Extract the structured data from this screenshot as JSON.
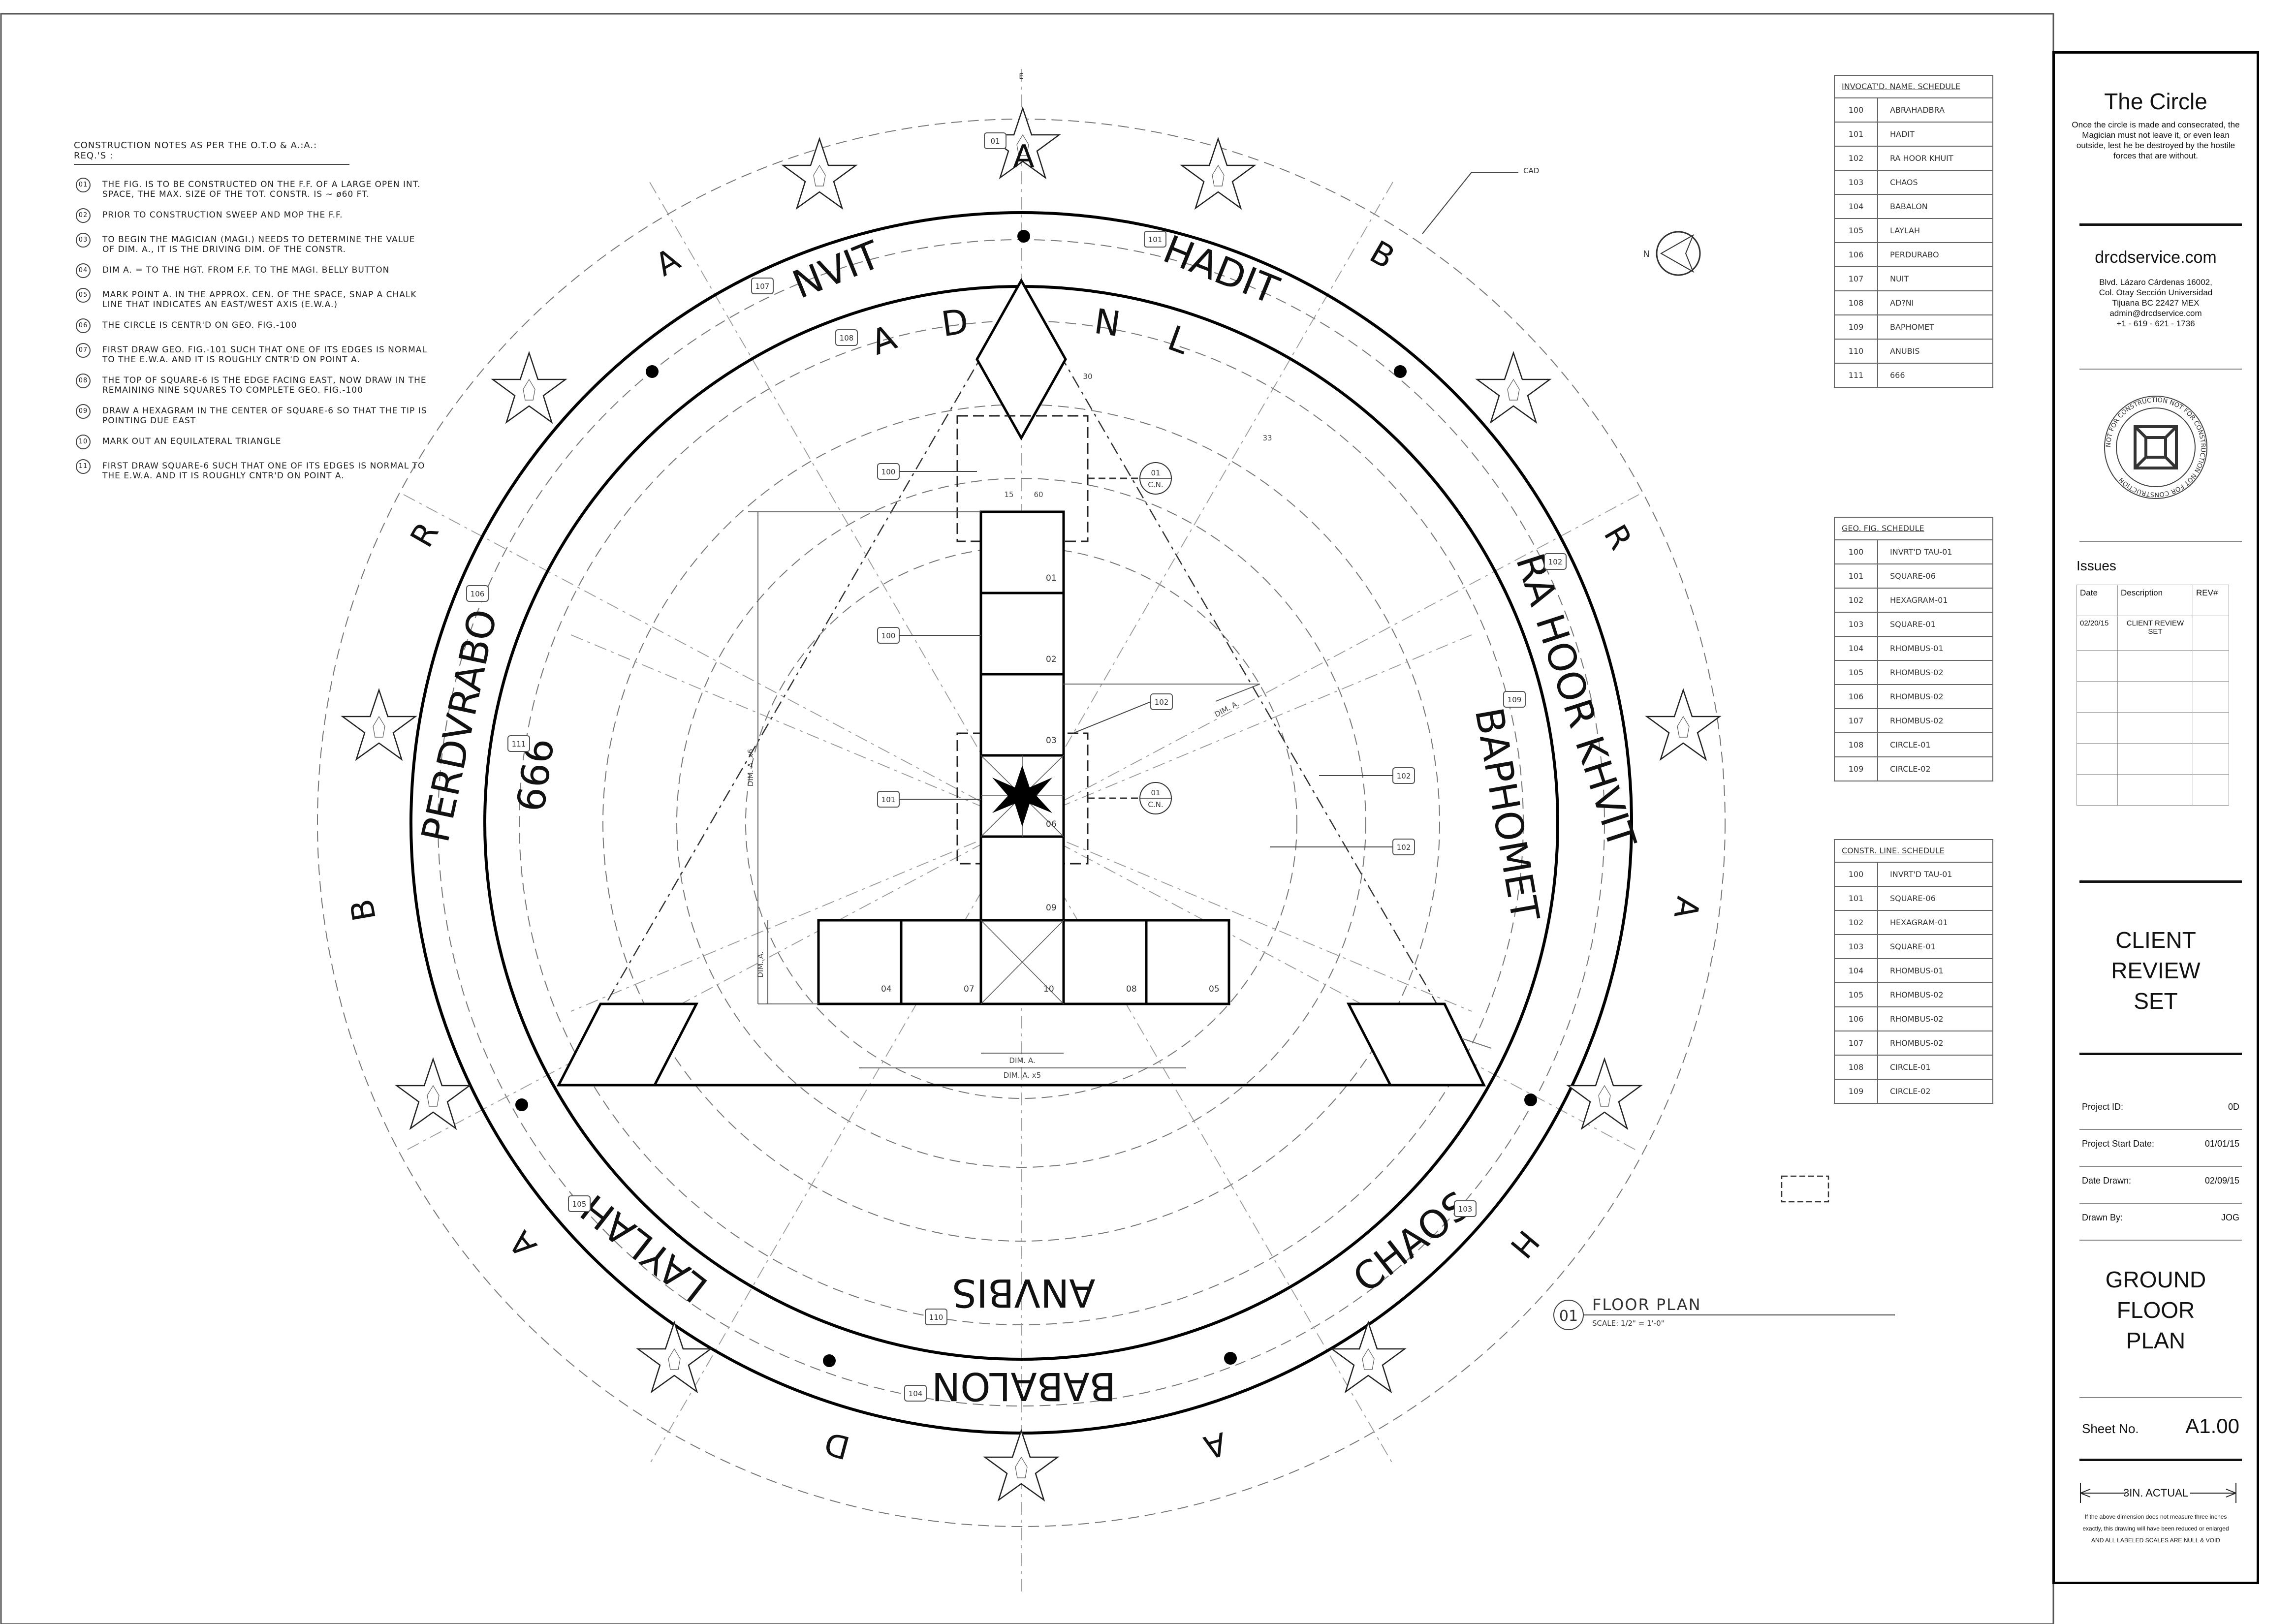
{
  "drawing": {
    "circle_names": [
      "NVIT",
      "HADIT",
      "RA HOOR KHVIT",
      "BAPHOMET",
      "CHAOS",
      "BABALON",
      "ANVBIS",
      "LAYLAH",
      "PERDVRABO",
      "666"
    ],
    "ring_letters": [
      "A",
      "B",
      "R",
      "A",
      "H",
      "A",
      "D",
      "A",
      "B",
      "R",
      "A"
    ],
    "inner_letters": [
      "A",
      "D",
      "N",
      "L"
    ],
    "tags": [
      "01",
      "101",
      "107",
      "108",
      "106",
      "111",
      "102",
      "109",
      "103",
      "110",
      "104",
      "105",
      "100",
      "100",
      "101",
      "102",
      "102",
      "102"
    ],
    "cell_numbers": [
      "01",
      "02",
      "03",
      "06",
      "09",
      "04",
      "07",
      "10",
      "08",
      "05"
    ],
    "callouts": [
      {
        "top": "01",
        "bottom": "C.N."
      },
      {
        "top": "01",
        "bottom": "C.N."
      }
    ],
    "dims": {
      "vertical_long": "DIM. A. x6",
      "vertical_short": "DIM. A.",
      "horizontal_short": "DIM. A.",
      "horizontal_long": "DIM. A. x5",
      "diagonal": "DIM. A.",
      "angle1": "15",
      "angle2": "60",
      "angle3": "30",
      "angle4": "33"
    },
    "misc": {
      "cad": "CAD",
      "axis_e": "E",
      "north": "N"
    },
    "floor_plan": {
      "number": "01",
      "title": "FLOOR PLAN",
      "scale": "SCALE: 1/2\" = 1'-0\""
    }
  },
  "notes": {
    "heading": "CONSTRUCTION NOTES AS PER THE O.T.O & A.:A.: REQ.'S :",
    "items": [
      {
        "num": "01",
        "text": "THE FIG. IS TO BE CONSTRUCTED ON THE F.F. OF A LARGE OPEN INT. SPACE, THE MAX. SIZE OF THE TOT. CONSTR. IS ~ ø60 FT."
      },
      {
        "num": "02",
        "text": "PRIOR TO CONSTRUCTION SWEEP AND MOP THE F.F."
      },
      {
        "num": "03",
        "text": "TO BEGIN THE MAGICIAN (MAGI.) NEEDS TO DETERMINE THE VALUE OF DIM. A., IT IS THE DRIVING DIM. OF THE CONSTR."
      },
      {
        "num": "04",
        "text": "DIM A. = TO THE HGT. FROM F.F. TO THE MAGI. BELLY BUTTON"
      },
      {
        "num": "05",
        "text": "MARK POINT A. IN THE APPROX. CEN. OF THE SPACE, SNAP A CHALK LINE THAT INDICATES AN EAST/WEST AXIS (E.W.A.)"
      },
      {
        "num": "06",
        "text": "THE CIRCLE IS CENTR'D ON GEO. FIG.-100"
      },
      {
        "num": "07",
        "text": "FIRST DRAW GEO. FIG.-101 SUCH THAT ONE OF ITS EDGES IS NORMAL TO THE E.W.A. AND IT IS ROUGHLY CNTR'D ON POINT A."
      },
      {
        "num": "08",
        "text": "THE TOP OF SQUARE-6 IS THE EDGE FACING EAST, NOW DRAW IN THE REMAINING NINE SQUARES TO COMPLETE GEO. FIG.-100"
      },
      {
        "num": "09",
        "text": "DRAW A HEXAGRAM IN THE CENTER OF SQUARE-6 SO THAT THE TIP IS POINTING DUE EAST"
      },
      {
        "num": "10",
        "text": "MARK OUT AN EQUILATERAL TRIANGLE"
      },
      {
        "num": "11",
        "text": "FIRST DRAW SQUARE-6 SUCH THAT ONE OF ITS EDGES IS NORMAL TO THE E.W.A. AND IT IS ROUGHLY CNTR'D ON POINT A."
      }
    ]
  },
  "schedules": {
    "invocation": {
      "title": "INVOCAT'D. NAME. SCHEDULE",
      "rows": [
        [
          "100",
          "ABRAHADBRA"
        ],
        [
          "101",
          "HADIT"
        ],
        [
          "102",
          "RA HOOR KHUIT"
        ],
        [
          "103",
          "CHAOS"
        ],
        [
          "104",
          "BABALON"
        ],
        [
          "105",
          "LAYLAH"
        ],
        [
          "106",
          "PERDURABO"
        ],
        [
          "107",
          "NUIT"
        ],
        [
          "108",
          "AD?NI"
        ],
        [
          "109",
          "BAPHOMET"
        ],
        [
          "110",
          "ANUBIS"
        ],
        [
          "111",
          "666"
        ]
      ]
    },
    "geo": {
      "title": "GEO. FIG. SCHEDULE",
      "rows": [
        [
          "100",
          "INVRT'D TAU-01"
        ],
        [
          "101",
          "SQUARE-06"
        ],
        [
          "102",
          "HEXAGRAM-01"
        ],
        [
          "103",
          "SQUARE-01"
        ],
        [
          "104",
          "RHOMBUS-01"
        ],
        [
          "105",
          "RHOMBUS-02"
        ],
        [
          "106",
          "RHOMBUS-02"
        ],
        [
          "107",
          "RHOMBUS-02"
        ],
        [
          "108",
          "CIRCLE-01"
        ],
        [
          "109",
          "CIRCLE-02"
        ]
      ]
    },
    "constr": {
      "title": "CONSTR. LINE. SCHEDULE",
      "rows": [
        [
          "100",
          "INVRT'D TAU-01"
        ],
        [
          "101",
          "SQUARE-06"
        ],
        [
          "102",
          "HEXAGRAM-01"
        ],
        [
          "103",
          "SQUARE-01"
        ],
        [
          "104",
          "RHOMBUS-01"
        ],
        [
          "105",
          "RHOMBUS-02"
        ],
        [
          "106",
          "RHOMBUS-02"
        ],
        [
          "107",
          "RHOMBUS-02"
        ],
        [
          "108",
          "CIRCLE-01"
        ],
        [
          "109",
          "CIRCLE-02"
        ]
      ]
    }
  },
  "titleblock": {
    "title": "The Circle",
    "quote": "Once the circle is made and consecrated, the Magician must not leave it, or even lean outside, lest he be destroyed by the hostile forces that are without.",
    "company": "drcdservice.com",
    "address": [
      "Blvd. Lázaro Cárdenas 16002,",
      "Col. Otay Sección Universidad",
      "Tijuana BC 22427 MEX",
      "admin@drcdservice.com",
      "+1 - 619 - 621 - 1736"
    ],
    "stamp_text": "NOT FOR CONSTRUCTION NOT FOR CONSTRUCTION NOT FOR CONSTRUCTION ",
    "issues_label": "Issues",
    "issues_headers": [
      "Date",
      "Description",
      "REV#"
    ],
    "issues_rows": [
      [
        "02/20/15",
        "CLIENT REVIEW SET",
        ""
      ]
    ],
    "set_status": [
      "CLIENT",
      "REVIEW",
      "SET"
    ],
    "fields": [
      {
        "label": "Project ID:",
        "value": "0D"
      },
      {
        "label": "Project Start Date:",
        "value": "01/01/15"
      },
      {
        "label": "Date Drawn:",
        "value": "02/09/15"
      },
      {
        "label": "Drawn By:",
        "value": "JOG"
      }
    ],
    "sheet_title": [
      "GROUND",
      "FLOOR",
      "PLAN"
    ],
    "sheet_no_label": "Sheet No.",
    "sheet_no": "A1.00",
    "scale_bar": "3IN. ACTUAL",
    "scale_note": [
      "If the above dimension does not measure three inches",
      "exactly, this drawing will have been reduced or enlarged",
      "AND ALL LABELED SCALES ARE NULL & VOID"
    ]
  }
}
